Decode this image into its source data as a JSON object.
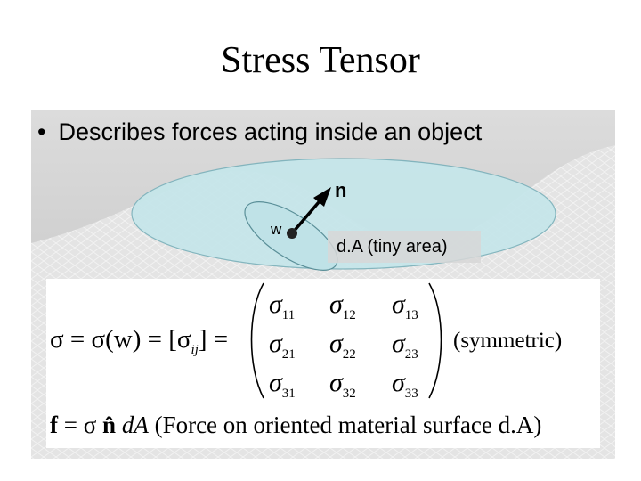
{
  "title": "Stress Tensor",
  "bullet": {
    "marker": "•",
    "text": "Describes forces acting inside an object"
  },
  "diagram": {
    "normal_label": "n",
    "point_label": "w",
    "area_label": "d.A (tiny area)",
    "disk_color": "#c6e6ea",
    "arrow_color": "#000000"
  },
  "equation": {
    "lhs": "σ = σ(w) = [σij] =",
    "matrix": [
      [
        "σ11",
        "σ12",
        "σ13"
      ],
      [
        "σ21",
        "σ22",
        "σ23"
      ],
      [
        "σ31",
        "σ32",
        "σ33"
      ]
    ],
    "note": "(symmetric)"
  },
  "force_equation": {
    "f": "f",
    "eq": "= σ",
    "n_hat": "n̂",
    "dA": "dA",
    "description": "(Force on oriented material surface d.A)"
  }
}
